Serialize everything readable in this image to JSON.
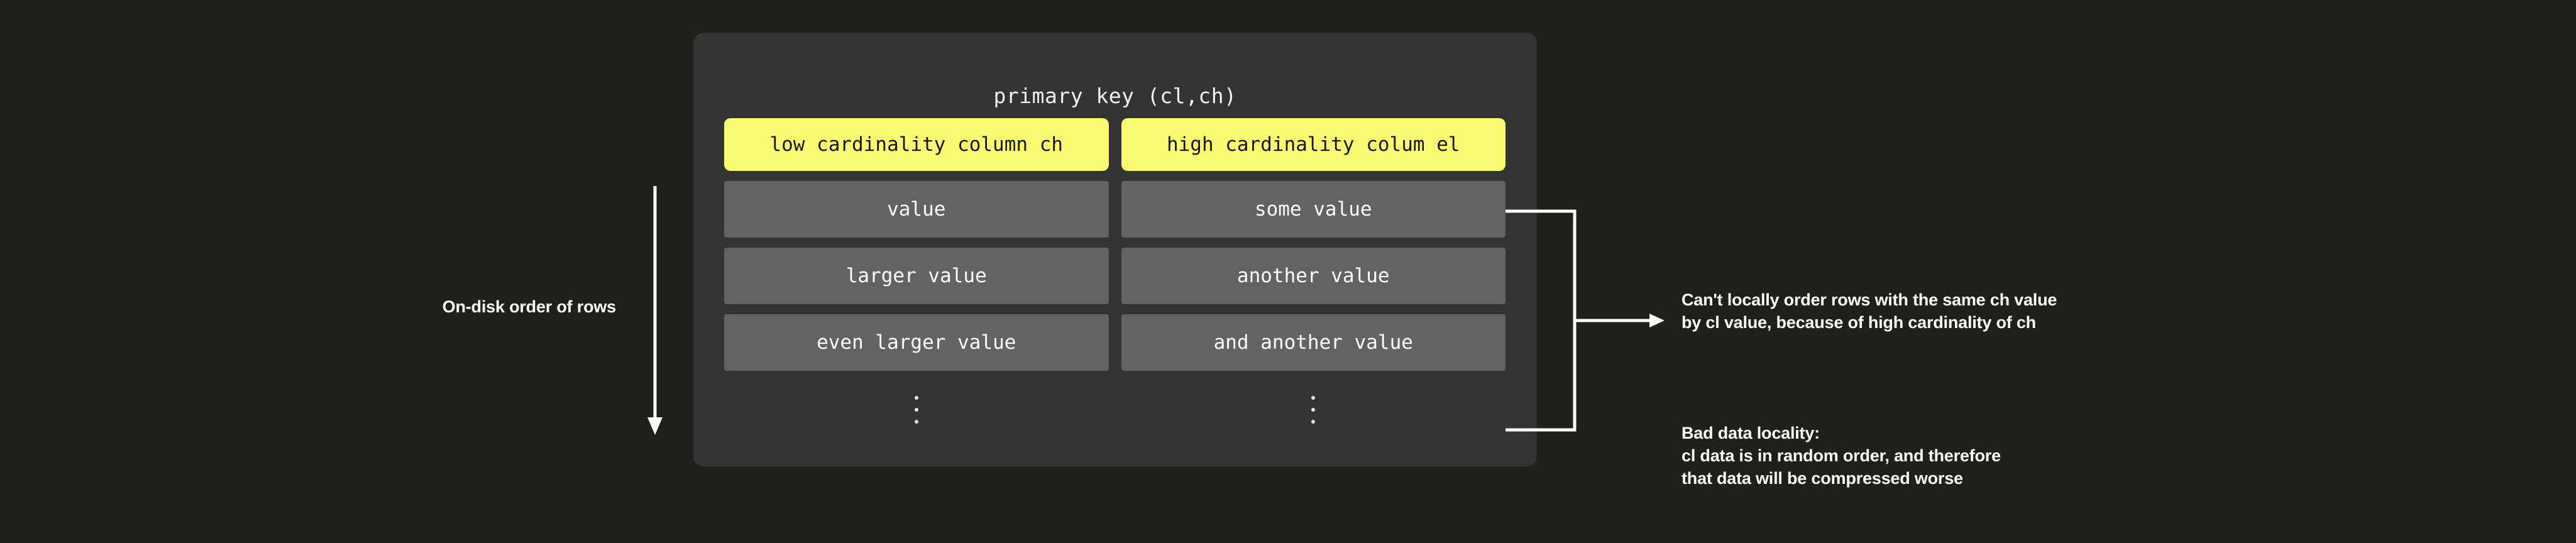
{
  "background_color": "#1f1f1c",
  "card": {
    "background_color": "#333333",
    "title": "primary key (cl,ch)",
    "columns": [
      {
        "header": "low cardinality column ch",
        "header_color": "#fbfb72",
        "cells": [
          "value",
          "larger value",
          "even larger value"
        ],
        "cell_color": "#636363",
        "ellipsis": "vertical-dots"
      },
      {
        "header": "high cardinality colum el",
        "header_color": "#fbfb72",
        "cells": [
          "some value",
          "another value",
          "and another value"
        ],
        "cell_color": "#636363",
        "ellipsis": "vertical-dots"
      }
    ]
  },
  "left_annotation": {
    "label": "On-disk order of rows",
    "arrow": "down-arrow"
  },
  "right_annotations": [
    {
      "id": "ordering-note",
      "text": "Can't locally order rows with the same ch value\nby cl value, because of high cardinality of ch"
    },
    {
      "id": "locality-note",
      "text": "Bad data locality:\ncl data is in random order, and therefore\nthat data will be compressed worse"
    }
  ],
  "connector": {
    "type": "bracket-with-arrow",
    "color": "#ffffff"
  }
}
